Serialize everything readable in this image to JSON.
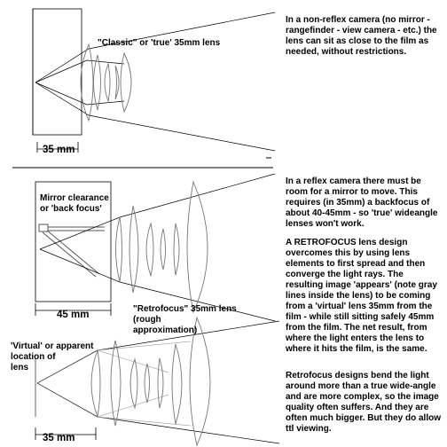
{
  "labels": {
    "classic_lens": "\"Classic\" or 'true' 35mm lens",
    "mirror_clearance_line1": "Mirror clearance",
    "mirror_clearance_line2": "or 'back focus'",
    "retrofocus_line1": "\"Retrofocus\" 35mm lens",
    "retrofocus_line2": "(rough",
    "retrofocus_line3": "approximation)",
    "virtual_line1": "'Virtual' or apparent",
    "virtual_line2": "location of",
    "virtual_line3": "lens",
    "dim_top": "35 mm",
    "dim_middle": "45 mm",
    "dim_bottom": "35 mm"
  },
  "paragraphs": {
    "non_reflex": "In a non-reflex camera (no mirror - rangefinder - view camera - etc.) the lens can sit as close to the film as needed, without restrictions.",
    "reflex": "In a reflex camera there must be room for a mirror to move. This requires (in 35mm) a backfocus of about 40-45mm - so 'true' wideangle lenses won't work.",
    "retrofocus": "A RETROFOCUS lens design overcomes this by using lens elements to first spread and then converge the light rays. The resulting image 'appears' (note gray lines inside the lens) to be coming from a 'virtual' lens 35mm from the film - while still sitting safely 45mm from the film. The net result, from where the light enters the lens to where it hits the film, is the same.",
    "tradeoffs": "Retrofocus designs bend the light around more than a true wide-angle and are more complex, so the image quality often suffers. And they are often much bigger. But they do allow ttl viewing."
  }
}
